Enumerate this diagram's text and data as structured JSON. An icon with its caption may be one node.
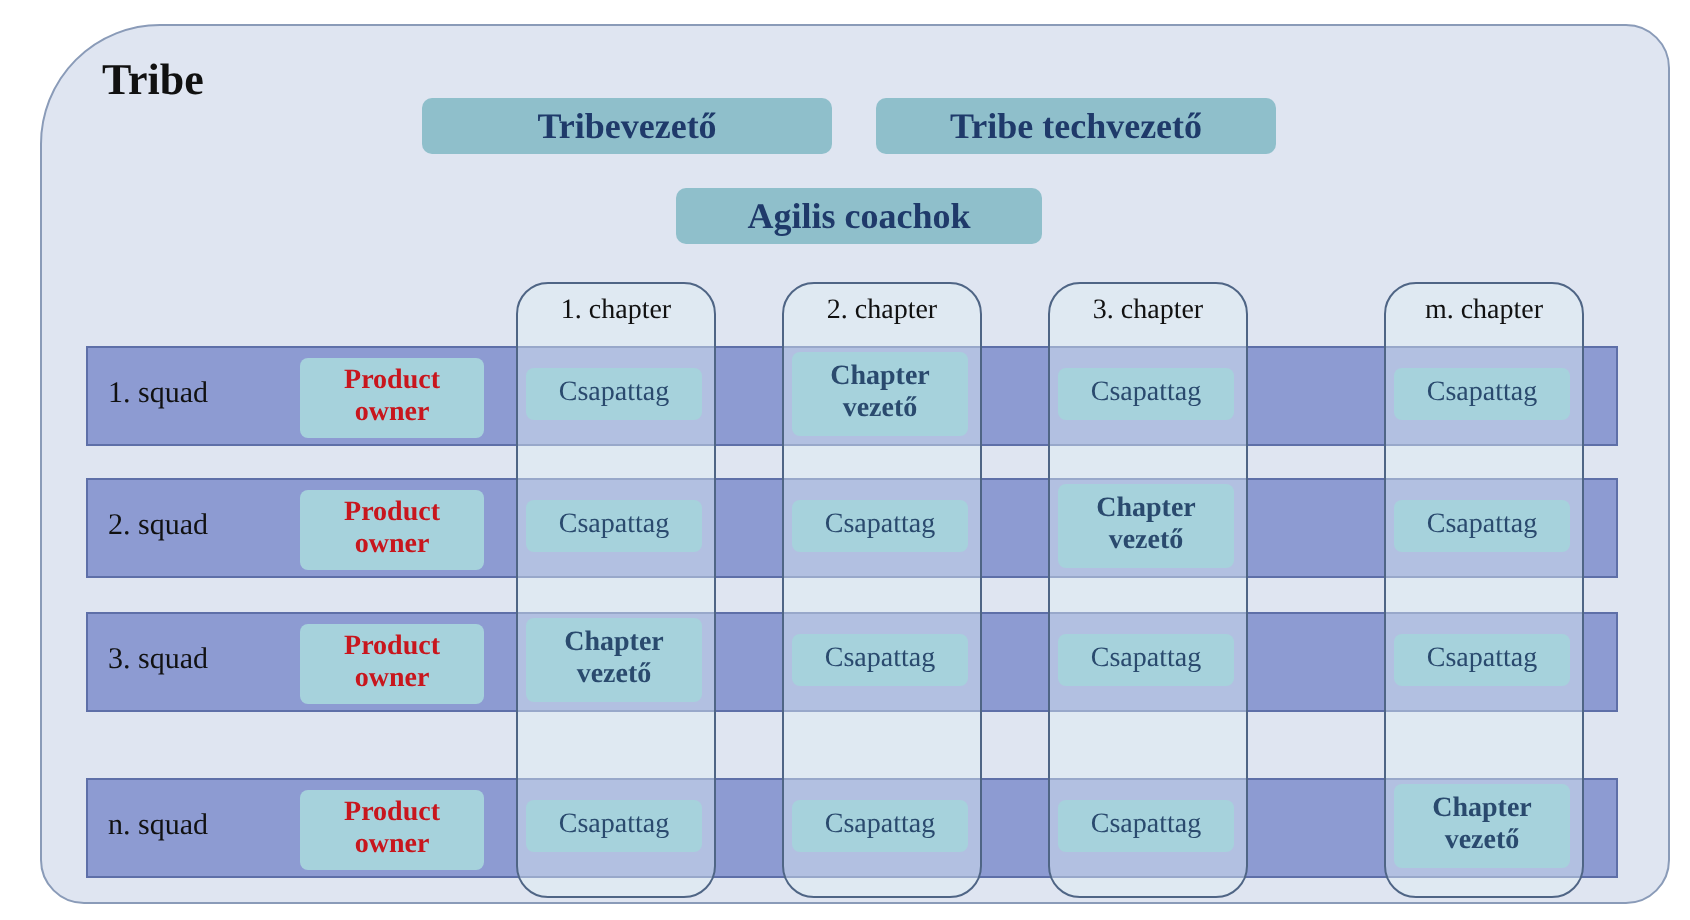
{
  "diagram": {
    "nodes": [
      {
        "text": [
          "Tribe"
        ]
      },
      {
        "text": [
          "Tribevezető"
        ],
        "in": 0
      },
      {
        "text": [
          "Tribe techvezető"
        ],
        "in": 0
      },
      {
        "text": [
          "Agilis coachok"
        ],
        "in": 0
      },
      {
        "text": [
          "1. chapter"
        ],
        "in": 0
      },
      {
        "text": [
          "2. chapter"
        ],
        "in": 0
      },
      {
        "text": [
          "3. chapter"
        ],
        "in": 0
      },
      {
        "text": [
          "m. chapter"
        ],
        "in": 0
      },
      {
        "text": [
          "1. squad"
        ],
        "in": 0
      },
      {
        "text": [
          "Product owner"
        ],
        "in": 8
      },
      {
        "text": [
          "Csapattag"
        ]
      },
      {
        "text": [
          "Chapter vezető"
        ]
      },
      {
        "text": [
          "Csapattag"
        ]
      },
      {
        "text": [
          "Csapattag"
        ]
      },
      {
        "text": [
          "2. squad"
        ],
        "in": 0
      },
      {
        "text": [
          "Product owner"
        ],
        "in": 14
      },
      {
        "text": [
          "Csapattag"
        ]
      },
      {
        "text": [
          "Csapattag"
        ]
      },
      {
        "text": [
          "Chapter vezető"
        ]
      },
      {
        "text": [
          "Csapattag"
        ]
      },
      {
        "text": [
          "3. squad"
        ],
        "in": 0
      },
      {
        "text": [
          "Product owner"
        ],
        "in": 20
      },
      {
        "text": [
          "Chapter vezető"
        ]
      },
      {
        "text": [
          "Csapattag"
        ]
      },
      {
        "text": [
          "Csapattag"
        ]
      },
      {
        "text": [
          "Csapattag"
        ]
      },
      {
        "text": [
          "n. squad"
        ],
        "in": 0
      },
      {
        "text": [
          "Product owner"
        ],
        "in": 26
      },
      {
        "text": [
          "Csapattag"
        ]
      },
      {
        "text": [
          "Csapattag"
        ]
      },
      {
        "text": [
          "Csapattag"
        ]
      },
      {
        "text": [
          "Chapter vezető"
        ]
      }
    ]
  }
}
